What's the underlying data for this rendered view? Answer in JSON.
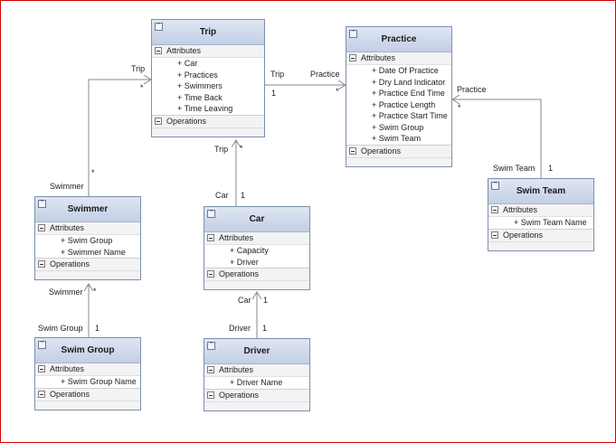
{
  "classes": {
    "trip": {
      "name": "Trip",
      "attributes_header": "Attributes",
      "attributes": [
        "+ Car",
        "+ Practices",
        "+ Swimmers",
        "+ Time Back",
        "+ Time Leaving"
      ],
      "operations_header": "Operations"
    },
    "practice": {
      "name": "Practice",
      "attributes_header": "Attributes",
      "attributes": [
        "+ Date Of Practice",
        "+ Dry Land Indicator",
        "+ Practice End Time",
        "+ Practice Length",
        "+ Practice Start Time",
        "+ Swim Group",
        "+ Swim Team"
      ],
      "operations_header": "Operations"
    },
    "swimmer": {
      "name": "Swimmer",
      "attributes_header": "Attributes",
      "attributes": [
        "+ Swim Group",
        "+ Swimmer Name"
      ],
      "operations_header": "Operations"
    },
    "car": {
      "name": "Car",
      "attributes_header": "Attributes",
      "attributes": [
        "+ Capacity",
        "+ Driver"
      ],
      "operations_header": "Operations"
    },
    "swim_team": {
      "name": "Swim Team",
      "attributes_header": "Attributes",
      "attributes": [
        "+ Swim Team Name"
      ],
      "operations_header": "Operations"
    },
    "swim_group": {
      "name": "Swim Group",
      "attributes_header": "Attributes",
      "attributes": [
        "+ Swim Group Name"
      ],
      "operations_header": "Operations"
    },
    "driver": {
      "name": "Driver",
      "attributes_header": "Attributes",
      "attributes": [
        "+ Driver Name"
      ],
      "operations_header": "Operations"
    }
  },
  "associations": {
    "trip_practice": {
      "source_role": "Trip",
      "source_mult": "1",
      "target_role": "Practice",
      "target_mult": "*"
    },
    "swimmer_trip": {
      "source_role": "Swimmer",
      "source_mult": "*",
      "target_role": "Trip",
      "target_mult": "*"
    },
    "car_trip": {
      "source_role": "Car",
      "source_mult": "1",
      "target_role": "Trip",
      "target_mult": "*"
    },
    "swimteam_practice": {
      "source_role": "Swim Team",
      "source_mult": "1",
      "target_role": "Practice",
      "target_mult": "*"
    },
    "swimgroup_swimmer": {
      "source_role": "Swim Group",
      "source_mult": "1",
      "target_role": "Swimmer",
      "target_mult": "*"
    },
    "driver_car": {
      "source_role": "Driver",
      "source_mult": "1",
      "target_role": "Car",
      "target_mult": "1"
    }
  },
  "colors": {
    "border": "#7d8fae",
    "header_top": "#dfe6f3",
    "header_bottom": "#c3cfe6",
    "connector": "#8a8a8a",
    "frame": "#d40000"
  }
}
